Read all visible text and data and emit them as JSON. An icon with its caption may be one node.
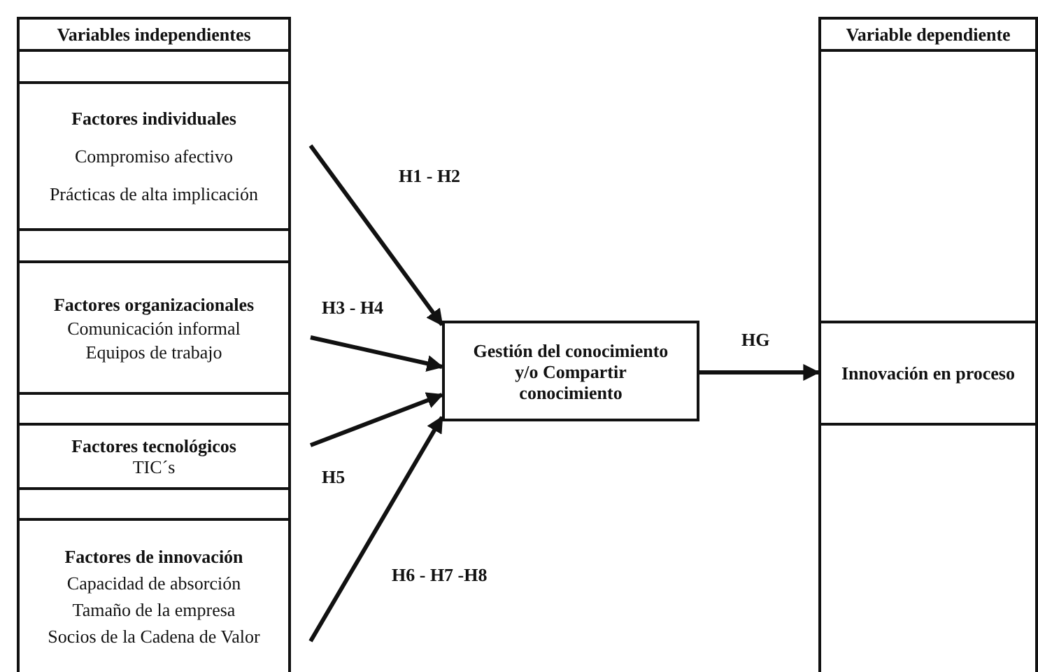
{
  "diagram": {
    "nodes": [
      {
        "text": [
          "Variables independientes"
        ]
      },
      {
        "text": [],
        "shape": "box"
      },
      {
        "text": [
          "Factores individuales",
          "Compromiso afectivo",
          "Prácticas de alta implicación"
        ]
      },
      {
        "text": [],
        "shape": "box"
      },
      {
        "text": [
          "Factores organizacionales",
          "Comunicación informal",
          "Equipos de trabajo"
        ]
      },
      {
        "text": [],
        "shape": "box"
      },
      {
        "text": [
          "Factores tecnológicos",
          "TIC´s"
        ]
      },
      {
        "text": [],
        "shape": "box"
      },
      {
        "text": [
          "Factores de innovación",
          "Capacidad de absorción",
          "Tamaño de la empresa",
          "Socios de la Cadena de Valor"
        ]
      },
      {
        "text": [
          "Gestión del conocimiento y/o Compartir conocimiento"
        ]
      },
      {
        "text": [
          "Variable dependiente"
        ]
      },
      {
        "text": [],
        "shape": "box"
      },
      {
        "text": [
          "Innovación en proceso"
        ]
      },
      {
        "text": [],
        "shape": "box"
      }
    ],
    "edges": [
      {
        "from": 2,
        "to": 9,
        "arrow": "to",
        "label": "H1 - H2"
      },
      {
        "from": 4,
        "to": 9,
        "arrow": "to",
        "label": "H3 - H4"
      },
      {
        "from": 6,
        "to": 9,
        "arrow": "to",
        "label": "H5"
      },
      {
        "from": 8,
        "to": 9,
        "arrow": "to",
        "label": "H6 - H7 -H8"
      },
      {
        "from": 9,
        "to": 12,
        "arrow": "to",
        "label": "HG"
      }
    ]
  }
}
